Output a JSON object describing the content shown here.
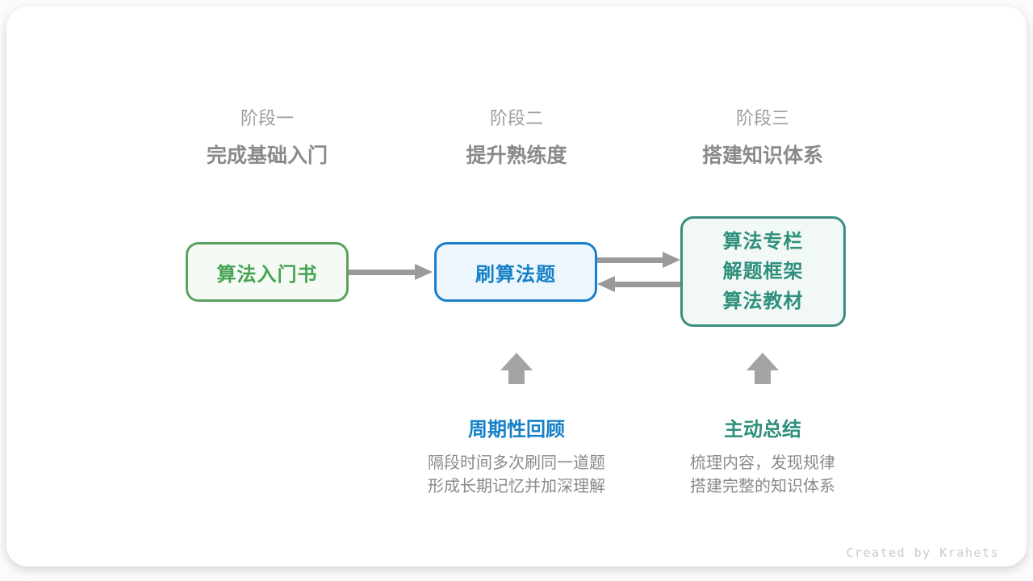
{
  "stages": [
    {
      "title": "阶段一",
      "subtitle": "完成基础入门"
    },
    {
      "title": "阶段二",
      "subtitle": "提升熟练度"
    },
    {
      "title": "阶段三",
      "subtitle": "搭建知识体系"
    }
  ],
  "nodes": {
    "beginner_book": {
      "label": "算法入门书"
    },
    "practice": {
      "label": "刷算法题"
    },
    "resources": {
      "lines": [
        "算法专栏",
        "解题框架",
        "算法教材"
      ]
    }
  },
  "annotations": [
    {
      "heading": "周期性回顾",
      "lines": [
        "隔段时间多次刷同一道题",
        "形成长期记忆并加深理解"
      ]
    },
    {
      "heading": "主动总结",
      "lines": [
        "梳理内容，发现规律",
        "搭建完整的知识体系"
      ]
    }
  ],
  "footer": {
    "credit": "Created by Krahets"
  },
  "colors": {
    "green_border": "#5ba15f",
    "green_bg": "#f5faf5",
    "green_text": "#47a354",
    "blue_border": "#1a80cc",
    "blue_bg": "#edf6fc",
    "blue_text": "#1580c7",
    "teal_border": "#3b8e81",
    "teal_bg": "#f1f8f5",
    "teal_text": "#2e8f7c",
    "arrow_gray": "#9a9a9a",
    "block_arrow_gray": "#a4a4a4",
    "title_gray": "#9d9d9d",
    "text_gray": "#8a8a8a",
    "credit_gray": "#cacaca"
  }
}
